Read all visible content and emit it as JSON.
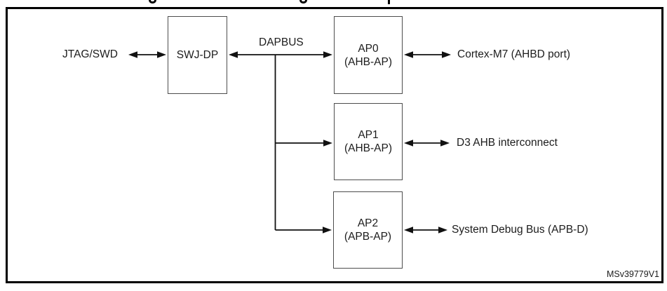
{
  "figure": {
    "watermark": "MSv39779V1",
    "labels": {
      "jtag": "JTAG/SWD",
      "dapbus": "DAPBUS"
    },
    "blocks": {
      "swj_dp": {
        "title": "SWJ-DP"
      },
      "ap0": {
        "title": "AP0",
        "subtitle": "(AHB-AP)",
        "target": "Cortex-M7 (AHBD port)"
      },
      "ap1": {
        "title": "AP1",
        "subtitle": "(AHB-AP)",
        "target": "D3 AHB interconnect"
      },
      "ap2": {
        "title": "AP2",
        "subtitle": "(APB-AP)",
        "target": "System Debug Bus (APB-D)"
      }
    },
    "connections": [
      {
        "from": "JTAG/SWD",
        "to": "SWJ-DP",
        "style": "bidirectional"
      },
      {
        "from": "SWJ-DP",
        "to": "AP0 (AHB-AP)",
        "label": "DAPBUS",
        "style": "bidirectional"
      },
      {
        "from": "DAPBUS",
        "to": "AP1 (AHB-AP)",
        "style": "arrow"
      },
      {
        "from": "DAPBUS",
        "to": "AP2 (APB-AP)",
        "style": "arrow"
      },
      {
        "from": "AP0 (AHB-AP)",
        "to": "Cortex-M7 (AHBD port)",
        "style": "bidirectional"
      },
      {
        "from": "AP1 (AHB-AP)",
        "to": "D3 AHB interconnect",
        "style": "bidirectional"
      },
      {
        "from": "AP2 (APB-AP)",
        "to": "System Debug Bus (APB-D)",
        "style": "bidirectional"
      }
    ],
    "colors": {
      "background": "#ffffff",
      "frame_border": "#000000",
      "box_border": "#4d4d4d",
      "connector": "#111111",
      "text": "#1c1c1c"
    }
  }
}
